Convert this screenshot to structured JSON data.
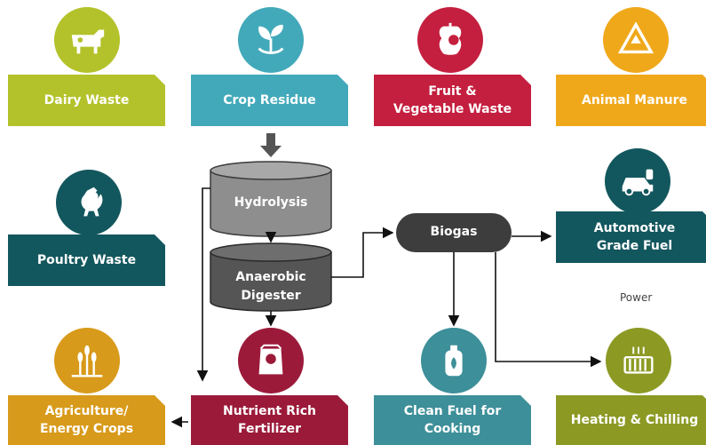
{
  "sources": [
    {
      "key": "dairy",
      "label": "Dairy Waste",
      "icon": "cow-icon",
      "color": "#b3c22a"
    },
    {
      "key": "crop",
      "label": "Crop Residue",
      "icon": "sprout-recycle-icon",
      "color": "#42a9ba"
    },
    {
      "key": "fruit",
      "label": "Fruit &\nVegetable Waste",
      "icon": "apple-core-icon",
      "color": "#c41f3f"
    },
    {
      "key": "manure",
      "label": "Animal Manure",
      "icon": "recycle-triangle-icon",
      "color": "#f0a81b"
    },
    {
      "key": "poultry",
      "label": "Poultry Waste",
      "icon": "rooster-icon",
      "color": "#13575e"
    }
  ],
  "process": {
    "hydrolysis": "Hydrolysis",
    "digester": "Anaerobic\nDigester",
    "biogas": "Biogas"
  },
  "outputs": {
    "automotive": {
      "label": "Automotive\nGrade Fuel",
      "icon": "car-fuel-icon",
      "color": "#13575e"
    },
    "power": "Power",
    "heating": {
      "label": "Heating & Chilling",
      "icon": "radiator-icon",
      "color": "#8c9a24"
    },
    "cooking": {
      "label": "Clean Fuel for\nCooking",
      "icon": "gas-cylinder-icon",
      "color": "#3d8f99"
    },
    "fertilizer": {
      "label": "Nutrient Rich\nFertilizer",
      "icon": "fertilizer-bag-icon",
      "color": "#9b1a3a"
    },
    "agriculture": {
      "label": "Agriculture/\nEnergy Crops",
      "icon": "wheat-crops-icon",
      "color": "#d89a1a"
    }
  }
}
